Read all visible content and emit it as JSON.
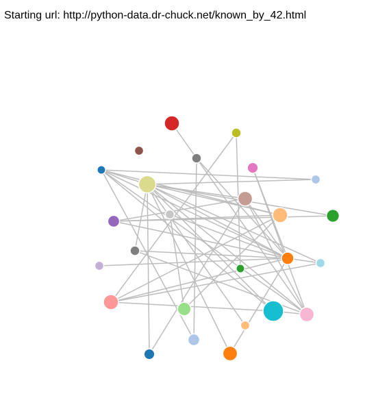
{
  "header": {
    "starting_url_text": "Starting url: http://python-data.dr-chuck.net/known_by_42.html"
  },
  "graph": {
    "edge_color": "#bdbdbd",
    "nodes": [
      {
        "id": "n1",
        "color": "#d62728",
        "weight": 1
      },
      {
        "id": "n2",
        "color": "#bcbd22",
        "weight": 0.5
      },
      {
        "id": "n3",
        "color": "#8c564b",
        "weight": 0.45
      },
      {
        "id": "n4",
        "color": "#7f7f7f",
        "weight": 0.5
      },
      {
        "id": "n5",
        "color": "#e377c2",
        "weight": 0.6
      },
      {
        "id": "n6",
        "color": "#1f77b4",
        "weight": 0.4
      },
      {
        "id": "n7",
        "color": "#dbdb8d",
        "weight": 1.2
      },
      {
        "id": "n8",
        "color": "#aec7e8",
        "weight": 0.45
      },
      {
        "id": "n9",
        "color": "#c49c94",
        "weight": 0.95
      },
      {
        "id": "n10",
        "color": "#9467bd",
        "weight": 0.7
      },
      {
        "id": "n11",
        "color": "#c7c7c7",
        "weight": 0.45
      },
      {
        "id": "n12",
        "color": "#ffbb78",
        "weight": 1.0
      },
      {
        "id": "n13",
        "color": "#2ca02c",
        "weight": 0.8
      },
      {
        "id": "n14",
        "color": "#7f7f7f",
        "weight": 0.5
      },
      {
        "id": "n15",
        "color": "#ff7f0e",
        "weight": 0.75
      },
      {
        "id": "n16",
        "color": "#c5b0d5",
        "weight": 0.45
      },
      {
        "id": "n17",
        "color": "#2ca02c",
        "weight": 0.4
      },
      {
        "id": "n18",
        "color": "#9edae5",
        "weight": 0.45
      },
      {
        "id": "n19",
        "color": "#ff9896",
        "weight": 1.0
      },
      {
        "id": "n20",
        "color": "#98df8a",
        "weight": 0.85
      },
      {
        "id": "n21",
        "color": "#17becf",
        "weight": 1.5
      },
      {
        "id": "n22",
        "color": "#f7b6d2",
        "weight": 0.95
      },
      {
        "id": "n23",
        "color": "#ffbb78",
        "weight": 0.45
      },
      {
        "id": "n24",
        "color": "#aec7e8",
        "weight": 0.7
      },
      {
        "id": "n25",
        "color": "#1f77b4",
        "weight": 0.6
      },
      {
        "id": "n26",
        "color": "#ff7f0e",
        "weight": 0.95
      }
    ],
    "edges": [
      [
        "n6",
        "n7"
      ],
      [
        "n6",
        "n8"
      ],
      [
        "n6",
        "n15"
      ],
      [
        "n6",
        "n21"
      ],
      [
        "n6",
        "n22"
      ],
      [
        "n6",
        "n24"
      ],
      [
        "n6",
        "n12"
      ],
      [
        "n7",
        "n12"
      ],
      [
        "n7",
        "n13"
      ],
      [
        "n7",
        "n15"
      ],
      [
        "n7",
        "n18"
      ],
      [
        "n7",
        "n21"
      ],
      [
        "n7",
        "n22"
      ],
      [
        "n7",
        "n26"
      ],
      [
        "n7",
        "n9"
      ],
      [
        "n7",
        "n8"
      ],
      [
        "n7",
        "n25"
      ],
      [
        "n7",
        "n14"
      ],
      [
        "n7",
        "n23"
      ],
      [
        "n1",
        "n22"
      ],
      [
        "n2",
        "n19"
      ],
      [
        "n2",
        "n17"
      ],
      [
        "n4",
        "n24"
      ],
      [
        "n4",
        "n15"
      ],
      [
        "n5",
        "n22"
      ],
      [
        "n5",
        "n15"
      ],
      [
        "n9",
        "n15"
      ],
      [
        "n9",
        "n25"
      ],
      [
        "n9",
        "n10"
      ],
      [
        "n9",
        "n22"
      ],
      [
        "n10",
        "n12"
      ],
      [
        "n10",
        "n15"
      ],
      [
        "n10",
        "n13"
      ],
      [
        "n11",
        "n15"
      ],
      [
        "n11",
        "n20"
      ],
      [
        "n12",
        "n20"
      ],
      [
        "n12",
        "n19"
      ],
      [
        "n14",
        "n15"
      ],
      [
        "n14",
        "n22"
      ],
      [
        "n15",
        "n16"
      ],
      [
        "n15",
        "n19"
      ],
      [
        "n15",
        "n26"
      ],
      [
        "n18",
        "n19"
      ],
      [
        "n18",
        "n15"
      ],
      [
        "n19",
        "n21"
      ],
      [
        "n21",
        "n22"
      ]
    ]
  }
}
